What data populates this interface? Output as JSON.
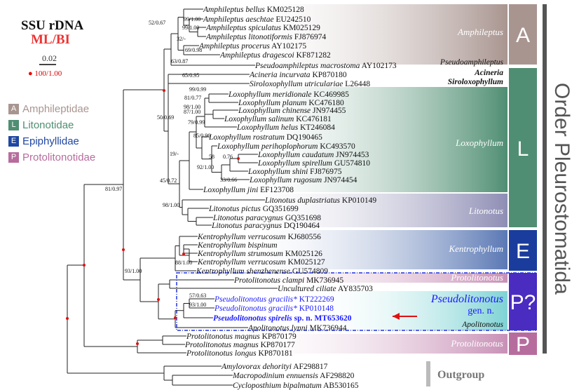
{
  "title": "SSU rDNA",
  "method": "ML/BI",
  "scale": "0.02",
  "support_note": "100/1.00",
  "families": [
    {
      "box": "A",
      "name": "Amphileptidae",
      "color": "#a99590"
    },
    {
      "box": "L",
      "name": "Litonotidae",
      "color": "#4f8e72"
    },
    {
      "box": "E",
      "name": "Epiphyllidae",
      "color": "#1f47a3"
    },
    {
      "box": "P",
      "name": "Protolitonotidae",
      "color": "#b76c9e"
    }
  ],
  "order_label": "Order Pleurostomatida",
  "genera": {
    "amphileptus": "Amphileptus",
    "pseudoamphileptus": "Pseudoamphileptus",
    "acineria": "Acineria",
    "siroloxophyllum": "Siroloxophyllum",
    "loxophyllum": "Loxophyllum",
    "litonotus": "Litonotus",
    "kentrophyllum": "Kentrophyllum",
    "protolitonotus_bar": "Protolitonotus",
    "pseudolitonotus": "Pseudolitonotus",
    "gen_n": "gen. n.",
    "apolitonotus": "Apolitonotus",
    "protolitonotus": "Protolitonotus",
    "outgroup": "Outgroup"
  },
  "badges": {
    "A": "A",
    "L": "L",
    "E": "E",
    "Pq": "P?",
    "P": "P"
  },
  "taxa": [
    {
      "sp": "Amphileptus bellus",
      "acc": "KM025128"
    },
    {
      "sp": "Amphileptus aeschtae",
      "acc": "EU242510"
    },
    {
      "sp": "Amphileptus spiculatus",
      "acc": "KM025129"
    },
    {
      "sp": "Amphileptus litonotiformis",
      "acc": "FJ876974"
    },
    {
      "sp": "Amphileptus procerus",
      "acc": "AY102175"
    },
    {
      "sp": "Amphileptus dragescoi",
      "acc": "KF871282"
    },
    {
      "sp": "Pseudoamphileptus macrostoma",
      "acc": "AY102173"
    },
    {
      "sp": "Acineria incurvata",
      "acc": "KP870180"
    },
    {
      "sp": "Siroloxophyllum utriculariae",
      "acc": "L26448"
    },
    {
      "sp": "Loxophyllum meridionale",
      "acc": "KC469985"
    },
    {
      "sp": "Loxophyllum planum",
      "acc": "KC476180"
    },
    {
      "sp": "Loxophyllum chinense",
      "acc": "JN974455"
    },
    {
      "sp": "Loxophyllum salinum",
      "acc": "KC476181"
    },
    {
      "sp": "Loxophyllum helus",
      "acc": "KT246084"
    },
    {
      "sp": "Loxophyllum rostratum",
      "acc": "DQ190465"
    },
    {
      "sp": "Loxophyllum perihoplophorum",
      "acc": "KC493570"
    },
    {
      "sp": "Loxophyllum caudatum",
      "acc": "JN974453"
    },
    {
      "sp": "Loxophyllum spirellum",
      "acc": "GU574810"
    },
    {
      "sp": "Loxophyllum shini",
      "acc": "FJ876975"
    },
    {
      "sp": "Loxophyllum rugosum",
      "acc": "JN974454"
    },
    {
      "sp": "Loxophyllum jini",
      "acc": "EF123708"
    },
    {
      "sp": "Litonotus duplastriatus",
      "acc": "KP010149"
    },
    {
      "sp": "Litonotus pictus",
      "acc": "GQ351699"
    },
    {
      "sp": "Litonotus paracygnus",
      "acc": "GQ351698"
    },
    {
      "sp": "Litonotus paracygnus",
      "acc": "DQ190464"
    },
    {
      "sp": "Kentrophyllum verrucosum",
      "acc": "KJ680556"
    },
    {
      "sp": "Kentrophyllum bispinum",
      "acc": ""
    },
    {
      "sp": "Kentrophyllum strumosum",
      "acc": "KM025126"
    },
    {
      "sp": "Kentrophyllum verrucosum",
      "acc": "KM025127"
    },
    {
      "sp": "Kentrophyllum shenzhenense",
      "acc": "GU574809"
    },
    {
      "sp": "Protolitonotus clampi",
      "acc": "MK736945"
    },
    {
      "sp": "Uncultured ciliate",
      "acc": "AY835703"
    },
    {
      "sp": "Pseudolitonotus gracilis*",
      "acc": "KT222269"
    },
    {
      "sp": "Pseudolitonotus gracilis*",
      "acc": "KP010148"
    },
    {
      "sp": "Pseudolitonotus spirelis",
      "acc": "sp. n. MT653620"
    },
    {
      "sp": "Apolitonotus lynni",
      "acc": "MK736944"
    },
    {
      "sp": "Protolitonotus magnus",
      "acc": "KP870179"
    },
    {
      "sp": "Protolitonotus magnus",
      "acc": "KP870177"
    },
    {
      "sp": "Protolitonotus longus",
      "acc": "KP870181"
    },
    {
      "sp": "Amylovorax dehorityi",
      "acc": "AF298817"
    },
    {
      "sp": "Macropodinium ennuensis",
      "acc": "AF298820"
    },
    {
      "sp": "Cycloposthium bipalmatum",
      "acc": "AB530165"
    }
  ],
  "supports": [
    "52/0.67",
    "99/1.00",
    "99/1.00",
    "32/-",
    "69/0.98",
    "63/0.87",
    "65/0.95",
    "99/0.99",
    "81/0.77",
    "98/1.00",
    "87/1.00",
    "50/0.69",
    "79/0.99",
    "85/0.96",
    "58",
    "0.76",
    "19/-",
    "92/1.00",
    "33/0.66",
    "45/0.72",
    "81/0.97",
    "98/1.00",
    "88/1.00",
    "93/1.00",
    "57/0.63",
    "93/1.00"
  ]
}
